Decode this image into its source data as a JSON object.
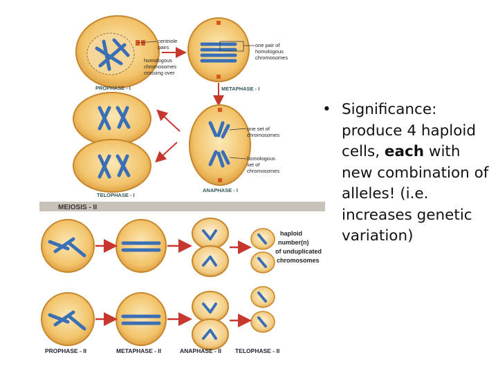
{
  "figure": {
    "meiosis1": {
      "prophase_label": "PROPHASE - I",
      "metaphase_label": "METAPHASE - I",
      "anaphase_label": "ANAPHASE - I",
      "telophase_label": "TELOPHASE - I",
      "centriole_pairs": [
        "centriole",
        "pairs"
      ],
      "homologous_crossing": [
        "homologous",
        "chromosomes",
        "crossing over"
      ],
      "one_pair_homologous": [
        "one pair of",
        "homologous",
        "chromosomes"
      ],
      "one_set": [
        "one set of",
        "chromosomes"
      ],
      "homologous_set": [
        "homologous",
        "set of",
        "chromosomes"
      ]
    },
    "meiosis2": {
      "banner": "MEIOSIS - II",
      "prophase_label": "PROPHASE - II",
      "metaphase_label": "METAPHASE - II",
      "anaphase_label": "ANAPHASE - II",
      "telophase_label": "TELOPHASE - II",
      "haploid_note": [
        "haploid",
        "number(n)",
        "of unduplicated",
        "chromosomes"
      ]
    },
    "colors": {
      "cell_fill": "#f2c36a",
      "cell_edge": "#d08a2a",
      "chromosome": "#3b6fb5",
      "arrow": "#c8372d",
      "banner": "#c9c2b8"
    }
  },
  "bullet": {
    "marker": "•",
    "lead": "Significance: produce 4 haploid cells,",
    "emphasis": "each",
    "rest": "with new combination of alleles! (i.e. increases genetic variation)"
  }
}
